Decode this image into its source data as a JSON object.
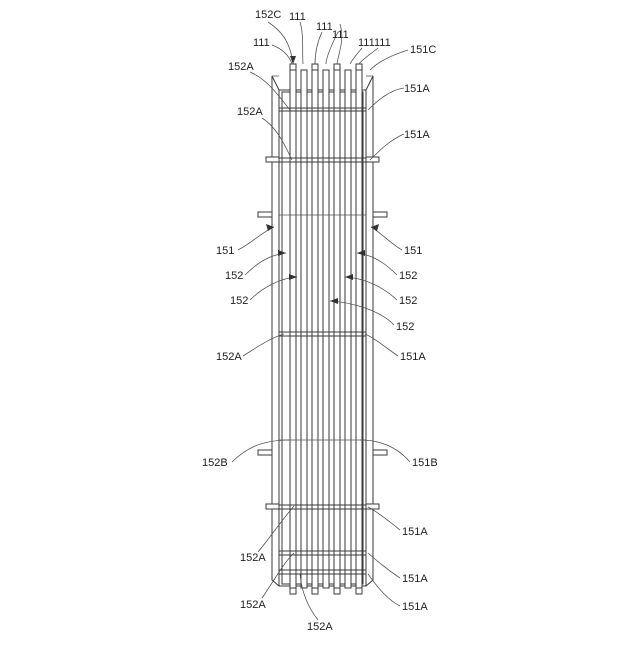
{
  "figure": {
    "labels": {
      "l152C": "152C",
      "l111a": "111",
      "l111b": "111",
      "l111c": "111",
      "l111d": "111",
      "l111e": "111",
      "l111f": "111",
      "l151C": "151C",
      "l152A_1": "152A",
      "l152A_2": "152A",
      "l151A_1": "151A",
      "l151A_2": "151A",
      "l151_left": "151",
      "l151_right": "151",
      "l152_1": "152",
      "l152_2": "152",
      "l152_3": "152",
      "l152_4": "152",
      "l152_5": "152",
      "l152A_3": "152A",
      "l151A_3": "151A",
      "l152B": "152B",
      "l151B": "151B",
      "l151A_4": "151A",
      "l152A_4": "152A",
      "l151A_5": "151A",
      "l152A_5": "152A",
      "l151A_6": "151A",
      "l152A_6": "152A"
    }
  }
}
